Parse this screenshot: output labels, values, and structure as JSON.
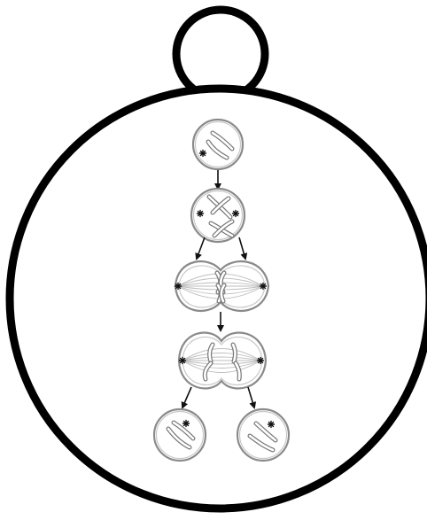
{
  "diagram": {
    "kind": "mitosis cell-division sequence inside a circular pendant",
    "stages": [
      "interphase",
      "prophase",
      "metaphase",
      "anaphase",
      "daughter-cell-left",
      "daughter-cell-right"
    ],
    "colors": {
      "frame": "#000000",
      "cell_outline": "#8a8a8a",
      "chromosome": "#777777",
      "spindle": "#bdbdbd",
      "arrow": "#111111",
      "background": "#ffffff"
    }
  }
}
